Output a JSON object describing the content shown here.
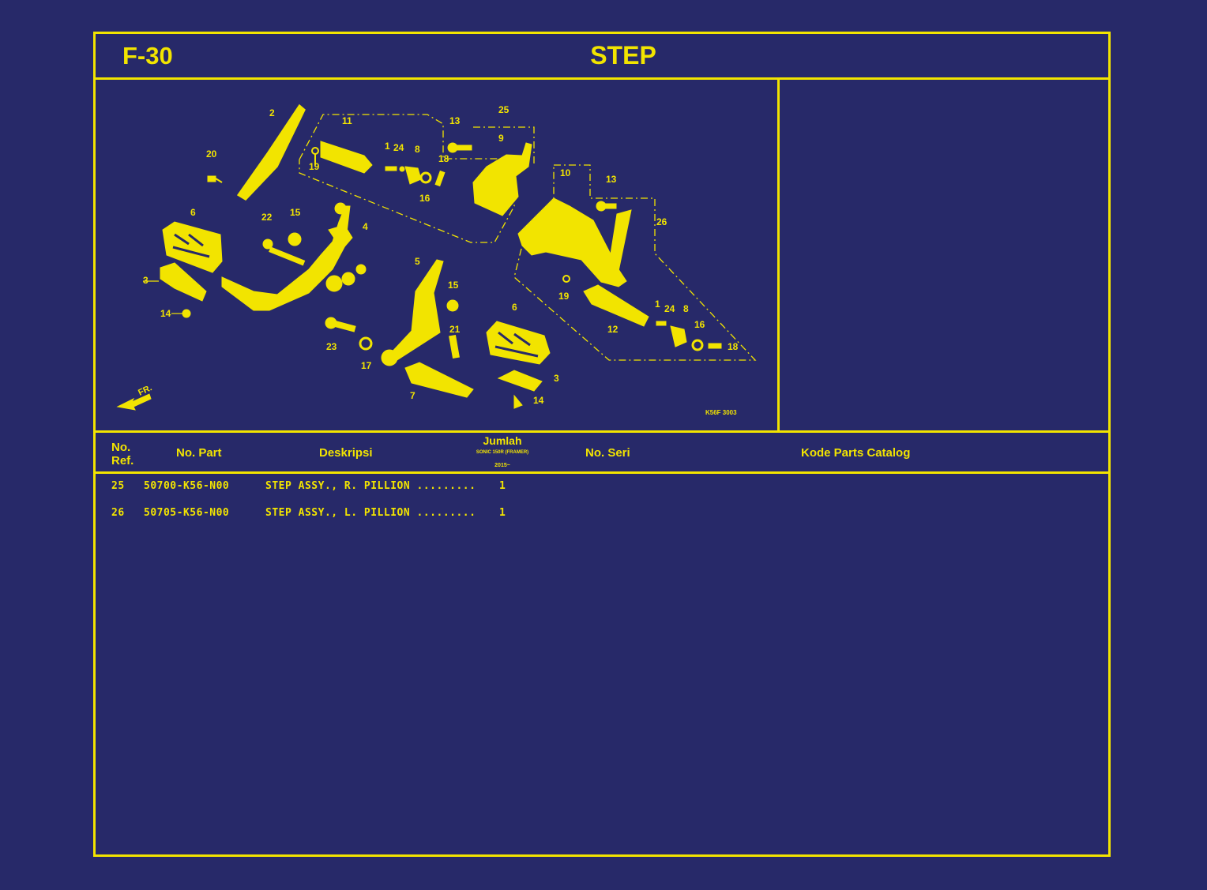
{
  "header": {
    "code": "F-30",
    "title": "STEP"
  },
  "diagram": {
    "image_code": "K56F 3003",
    "direction_label": "FR.",
    "callouts": [
      "1",
      "2",
      "3",
      "4",
      "5",
      "6",
      "7",
      "8",
      "9",
      "10",
      "11",
      "12",
      "13",
      "14",
      "15",
      "16",
      "17",
      "18",
      "19",
      "20",
      "21",
      "22",
      "23",
      "24",
      "25",
      "26"
    ]
  },
  "table": {
    "headers": {
      "ref": "No.\nRef.",
      "part": "No. Part",
      "desc": "Deskripsi",
      "qty": "Jumlah",
      "qty_model": "SONIC 150R (FRAMER)",
      "qty_year": "2015~",
      "serial": "No. Seri",
      "catalog": "Kode Parts Catalog"
    },
    "rows": [
      {
        "ref": "25",
        "part": "50700-K56-N00",
        "desc": "STEP ASSY., R. PILLION .........",
        "qty": "1"
      },
      {
        "ref": "26",
        "part": "50705-K56-N00",
        "desc": "STEP ASSY., L. PILLION .........",
        "qty": "1"
      }
    ]
  }
}
